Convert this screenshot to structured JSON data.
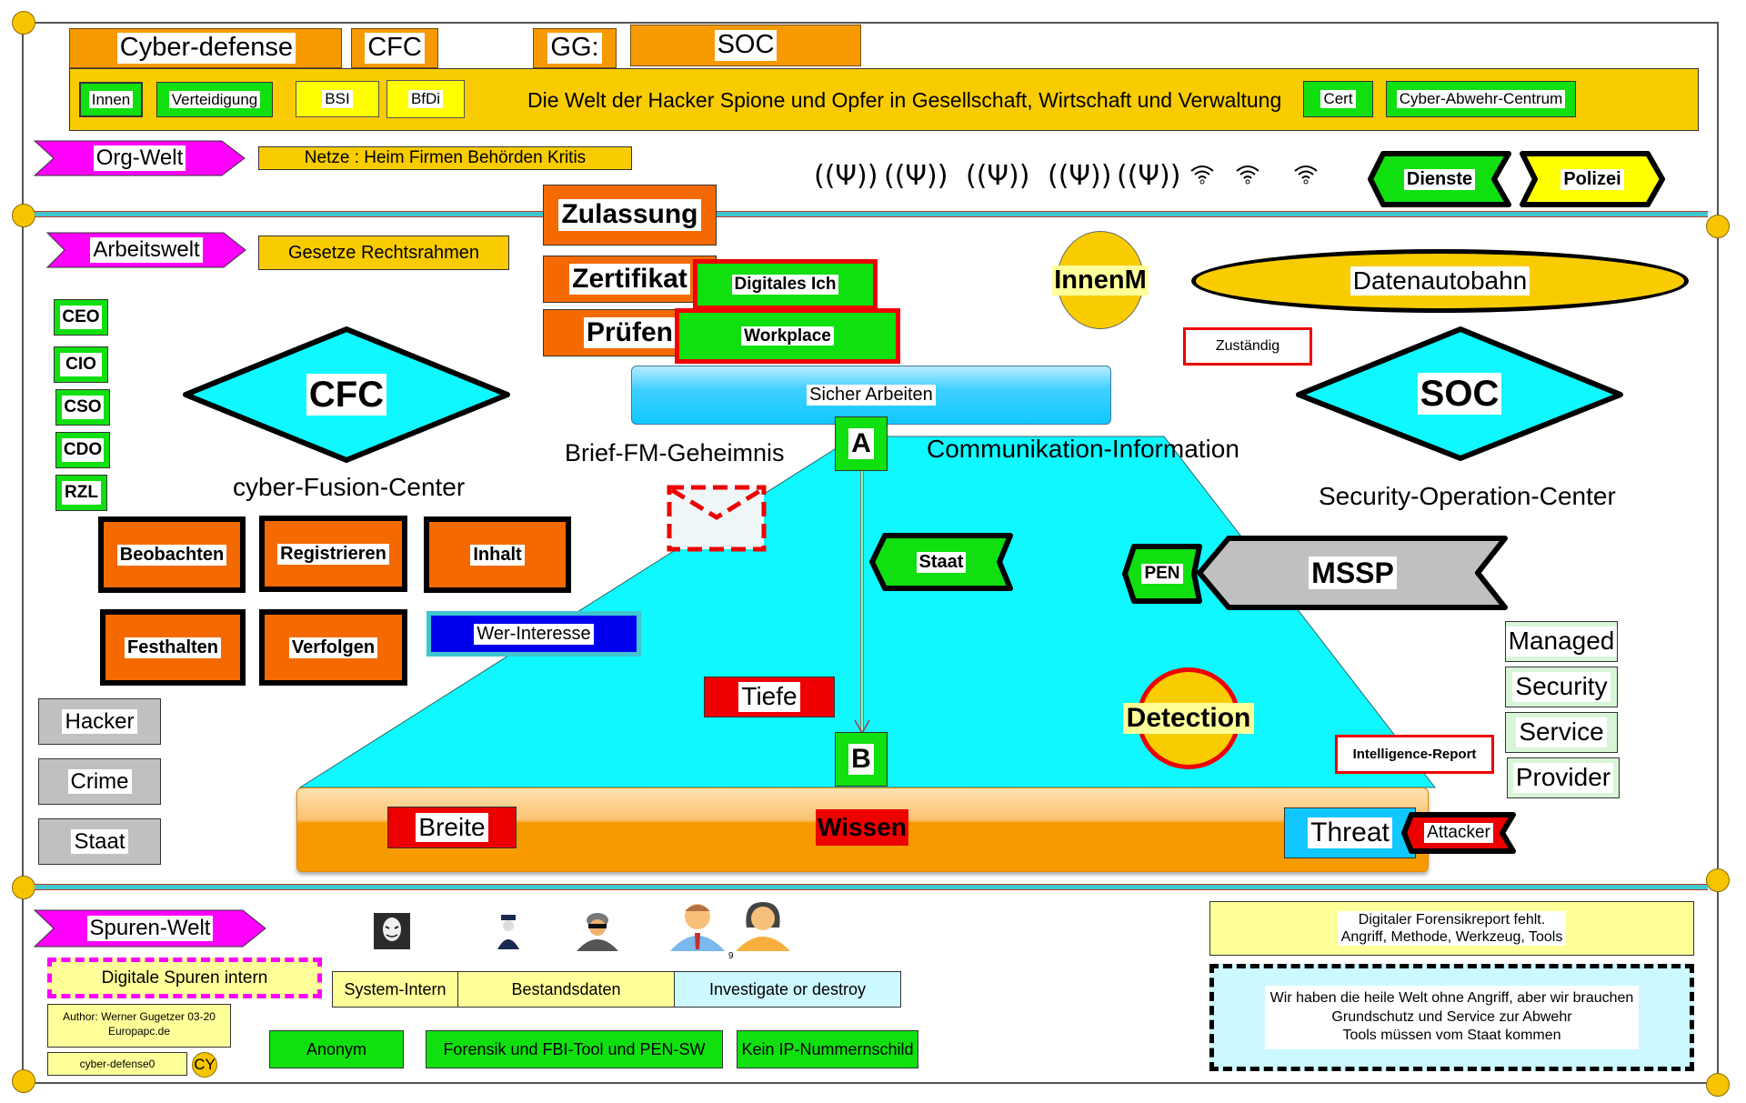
{
  "header": {
    "tabs": [
      "Cyber-defense",
      "CFC",
      "GG:",
      "SOC"
    ],
    "band_chips_left": [
      "Innen",
      "Verteidigung"
    ],
    "band_chips_yellow": [
      "BSI",
      "BfDi"
    ],
    "band_text": "Die Welt der Hacker Spione und Opfer in Gesellschaft, Wirtschaft und Verwaltung",
    "band_chips_right": [
      "Cert",
      "Cyber-Abwehr-Centrum"
    ]
  },
  "worlds": {
    "org": "Org-Welt",
    "org_note": "Netze : Heim Firmen Behörden Kritis",
    "arbeit": "Arbeitswelt",
    "arbeit_note": "Gesetze Rechtsrahmen",
    "spuren": "Spuren-Welt"
  },
  "signals": {
    "antennas": [
      "antenna-icon",
      "antenna-icon",
      "antenna-icon",
      "antenna-icon",
      "antenna-icon"
    ],
    "wifi": [
      "wifi-icon",
      "wifi-icon",
      "wifi-icon"
    ]
  },
  "actors_top": {
    "dienste": "Dienste",
    "polizei": "Polizei"
  },
  "process": [
    "Zulassung",
    "Zertifikat",
    "Prüfen"
  ],
  "identity": {
    "digitales_ich": "Digitales Ich",
    "workplace": "Workplace",
    "sicher": "Sicher Arbeiten"
  },
  "innen": {
    "innenm": "InnenM",
    "datenautobahn": "Datenautobahn",
    "zustaendig": "Zuständig"
  },
  "roles": [
    "CEO",
    "CIO",
    "CSO",
    "CDO",
    "RZL"
  ],
  "cfc": {
    "label": "CFC",
    "caption": "cyber-Fusion-Center"
  },
  "soc": {
    "label": "SOC",
    "caption": "Security-Operation-Center"
  },
  "pyramid": {
    "left_caption": "Brief-FM-Geheimnis",
    "right_caption": "Communikation-Information",
    "apex": "A",
    "bottom": "B",
    "staat": "Staat",
    "tiefe": "Tiefe",
    "detection": "Detection",
    "wer": "Wer-Interesse",
    "base": {
      "breite": "Breite",
      "wissen": "Wissen",
      "threat": "Threat"
    }
  },
  "actions": [
    "Beobachten",
    "Registrieren",
    "Inhalt",
    "Festhalten",
    "Verfolgen"
  ],
  "threat_sources": [
    "Hacker",
    "Crime",
    "Staat"
  ],
  "mssp": {
    "pen": "PEN",
    "label": "MSSP",
    "words": [
      "Managed",
      "Security",
      "Service",
      "Provider"
    ]
  },
  "intelligence": "Intelligence-Report",
  "attacker": "Attacker",
  "bottom": {
    "people_note": "9",
    "spuren_intern": "Digitale Spuren intern",
    "table": [
      "System-Intern",
      "Bestandsdaten",
      "Investigate or destroy"
    ],
    "author_line1": "Author: Werner Gugetzer  03-20",
    "author_line2": "Europapc.de",
    "file": "cyber-defense0",
    "logo": "CY",
    "greens": [
      "Anonym",
      "Forensik und FBI-Tool und PEN-SW",
      "Kein IP-Nummernschild"
    ],
    "report_line1": "Digitaler Forensikreport fehlt.",
    "report_line2": "Angriff, Methode, Werkzeug, Tools",
    "note_line1": "Wir haben die heile Welt ohne Angriff, aber wir brauchen",
    "note_line2": "Grundschutz und Service zur Abwehr",
    "note_line3": "Tools müssen vom Staat kommen"
  },
  "colors": {
    "orange": "#f79a00",
    "band": "#f8cc00",
    "green": "#10e010",
    "cyan": "#0ff8ff",
    "magenta": "#ff00ff",
    "red": "#ee0000",
    "blue": "#0000ee",
    "gray": "#c0c0c0"
  }
}
